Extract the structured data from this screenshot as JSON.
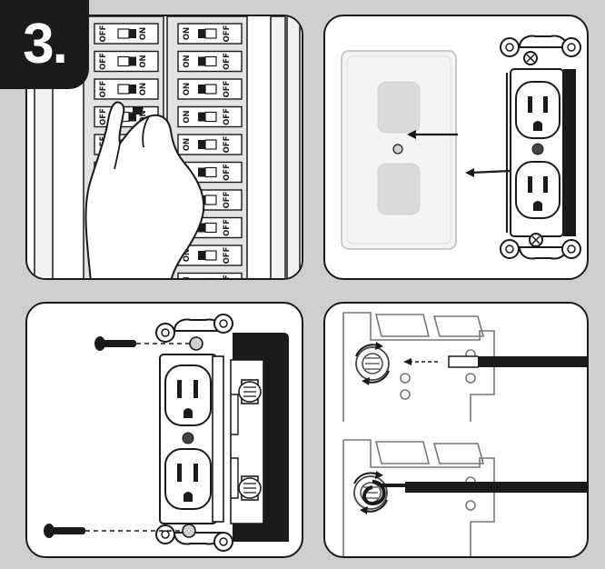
{
  "step_number": "3.",
  "breaker_on_label": "ON",
  "breaker_off_label": "OFF",
  "icons": {
    "panel1": "breaker-panel-hand-switching-off",
    "panel2": "wall-plate-and-outlet-with-arrows",
    "panel3": "outlet-with-mounting-screws",
    "panel4": "wire-wrapped-around-terminal-screw"
  },
  "colors": {
    "background": "#cfcfcf",
    "panel_border": "#1a1a1a",
    "badge": "#1a1a1a",
    "wire": "#1a1a1a"
  }
}
